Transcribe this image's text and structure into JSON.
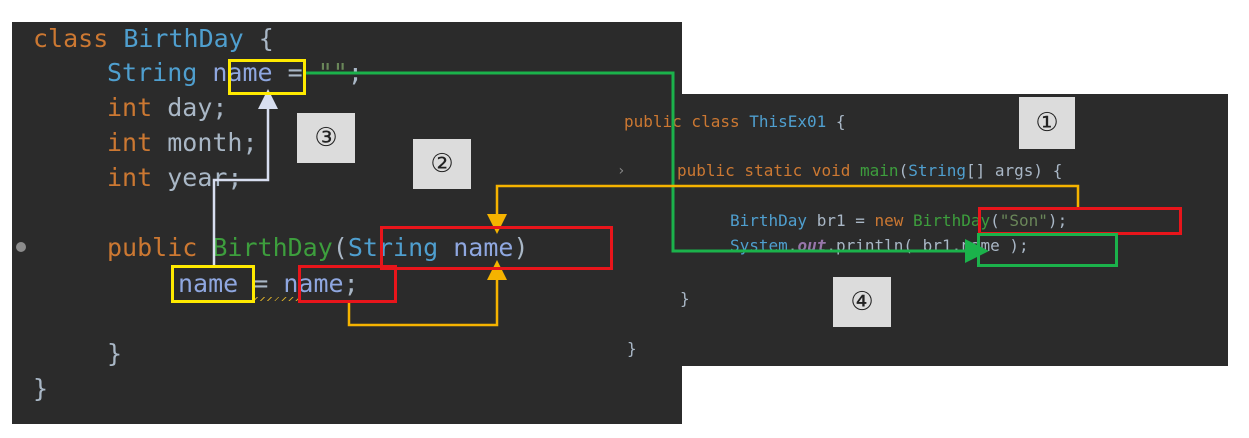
{
  "left_code": {
    "line1": {
      "kw": "class",
      "cls": "BirthDay",
      "brace": " {"
    },
    "line2": {
      "type": "String",
      "name": "name",
      "rest": " = ",
      "str": "\"\"",
      "semi": ";"
    },
    "line3": {
      "type": "int",
      "name": "day;"
    },
    "line4": {
      "type": "int",
      "name": "month;"
    },
    "line5": {
      "type": "int",
      "name": "year;"
    },
    "line6": {
      "kw": "public",
      "fn": "BirthDay",
      "open": "(",
      "ptype": "String",
      "pname": "name",
      "close": ")"
    },
    "line7": {
      "lhs": "name",
      "eq": " = ",
      "rhs": "name",
      "semi": ";"
    },
    "line8": "}",
    "line9": "}"
  },
  "right_code": {
    "line1": {
      "kw": "public class",
      "cls": "ThisEx01",
      "brace": " {"
    },
    "line2": {
      "kw": "public static void",
      "fn": "main",
      "open": "(",
      "ptype": "String",
      "rest": "[] args) {"
    },
    "line3": {
      "type": "BirthDay",
      "var": " br1 = ",
      "kw": "new",
      "fn": "BirthDay",
      "open": "(",
      "str": "\"Son\"",
      "close": ")",
      "semi": ";"
    },
    "line4": {
      "type": "System",
      "dot": ".",
      "field": "out",
      "call": ".println(",
      "arg": " br1.name ",
      "close": ");"
    },
    "line5": "}",
    "line6": "}"
  },
  "gutter": {
    "right_marker": "›"
  },
  "labels": {
    "one": "①",
    "two": "②",
    "three": "③",
    "four": "④"
  },
  "colors": {
    "yellow_box": "#ffea00",
    "red_box": "#e8151b",
    "green_box": "#1bb24b",
    "orange_arrow": "#f5b300",
    "white_arrow": "#d8def0"
  }
}
